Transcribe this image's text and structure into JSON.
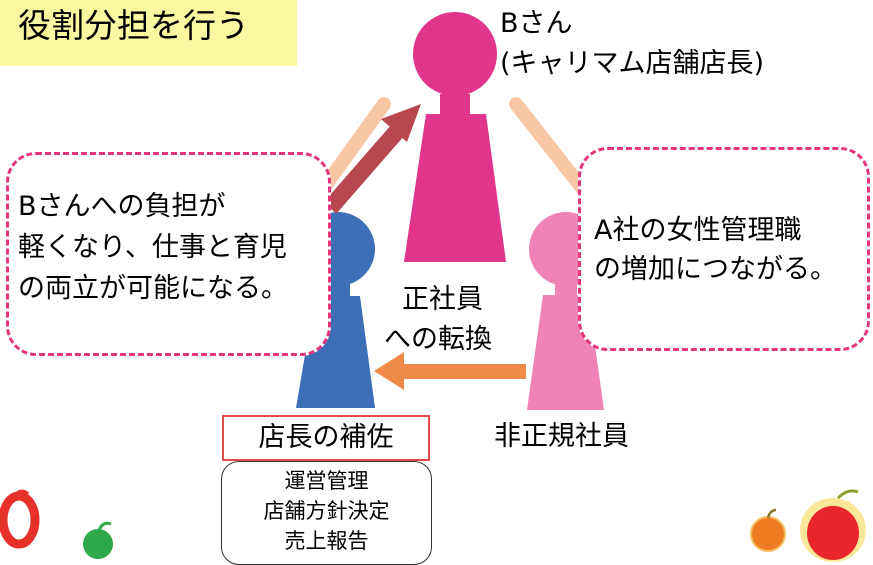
{
  "title": "役割分担を行う",
  "b_person": {
    "name": "Bさん",
    "role": "(キャリマム店舗店長)"
  },
  "left_bubble": {
    "lines": [
      "Bさんへの負担が",
      "軽くなり、仕事と育児",
      "の両立が可能になる。"
    ]
  },
  "right_bubble": {
    "lines": [
      "A社の女性管理職",
      "の増加につながる。"
    ]
  },
  "conversion": {
    "lines": [
      "正社員",
      "への転換"
    ]
  },
  "non_regular": "非正規社員",
  "assistant_label": "店長の補佐",
  "tasks": [
    "運営管理",
    "店舗方針決定",
    "売上報告"
  ],
  "colors": {
    "title_bg": "#fbf6a0",
    "magenta_person": "#e0358a",
    "blue_person": "#3d6fb8",
    "pink_person": "#ef83b6",
    "bubble_border": "#e4357d",
    "arrow_red": "#b8474f",
    "arrow_orange": "#ef8a48",
    "label_border": "#e34a4a"
  }
}
